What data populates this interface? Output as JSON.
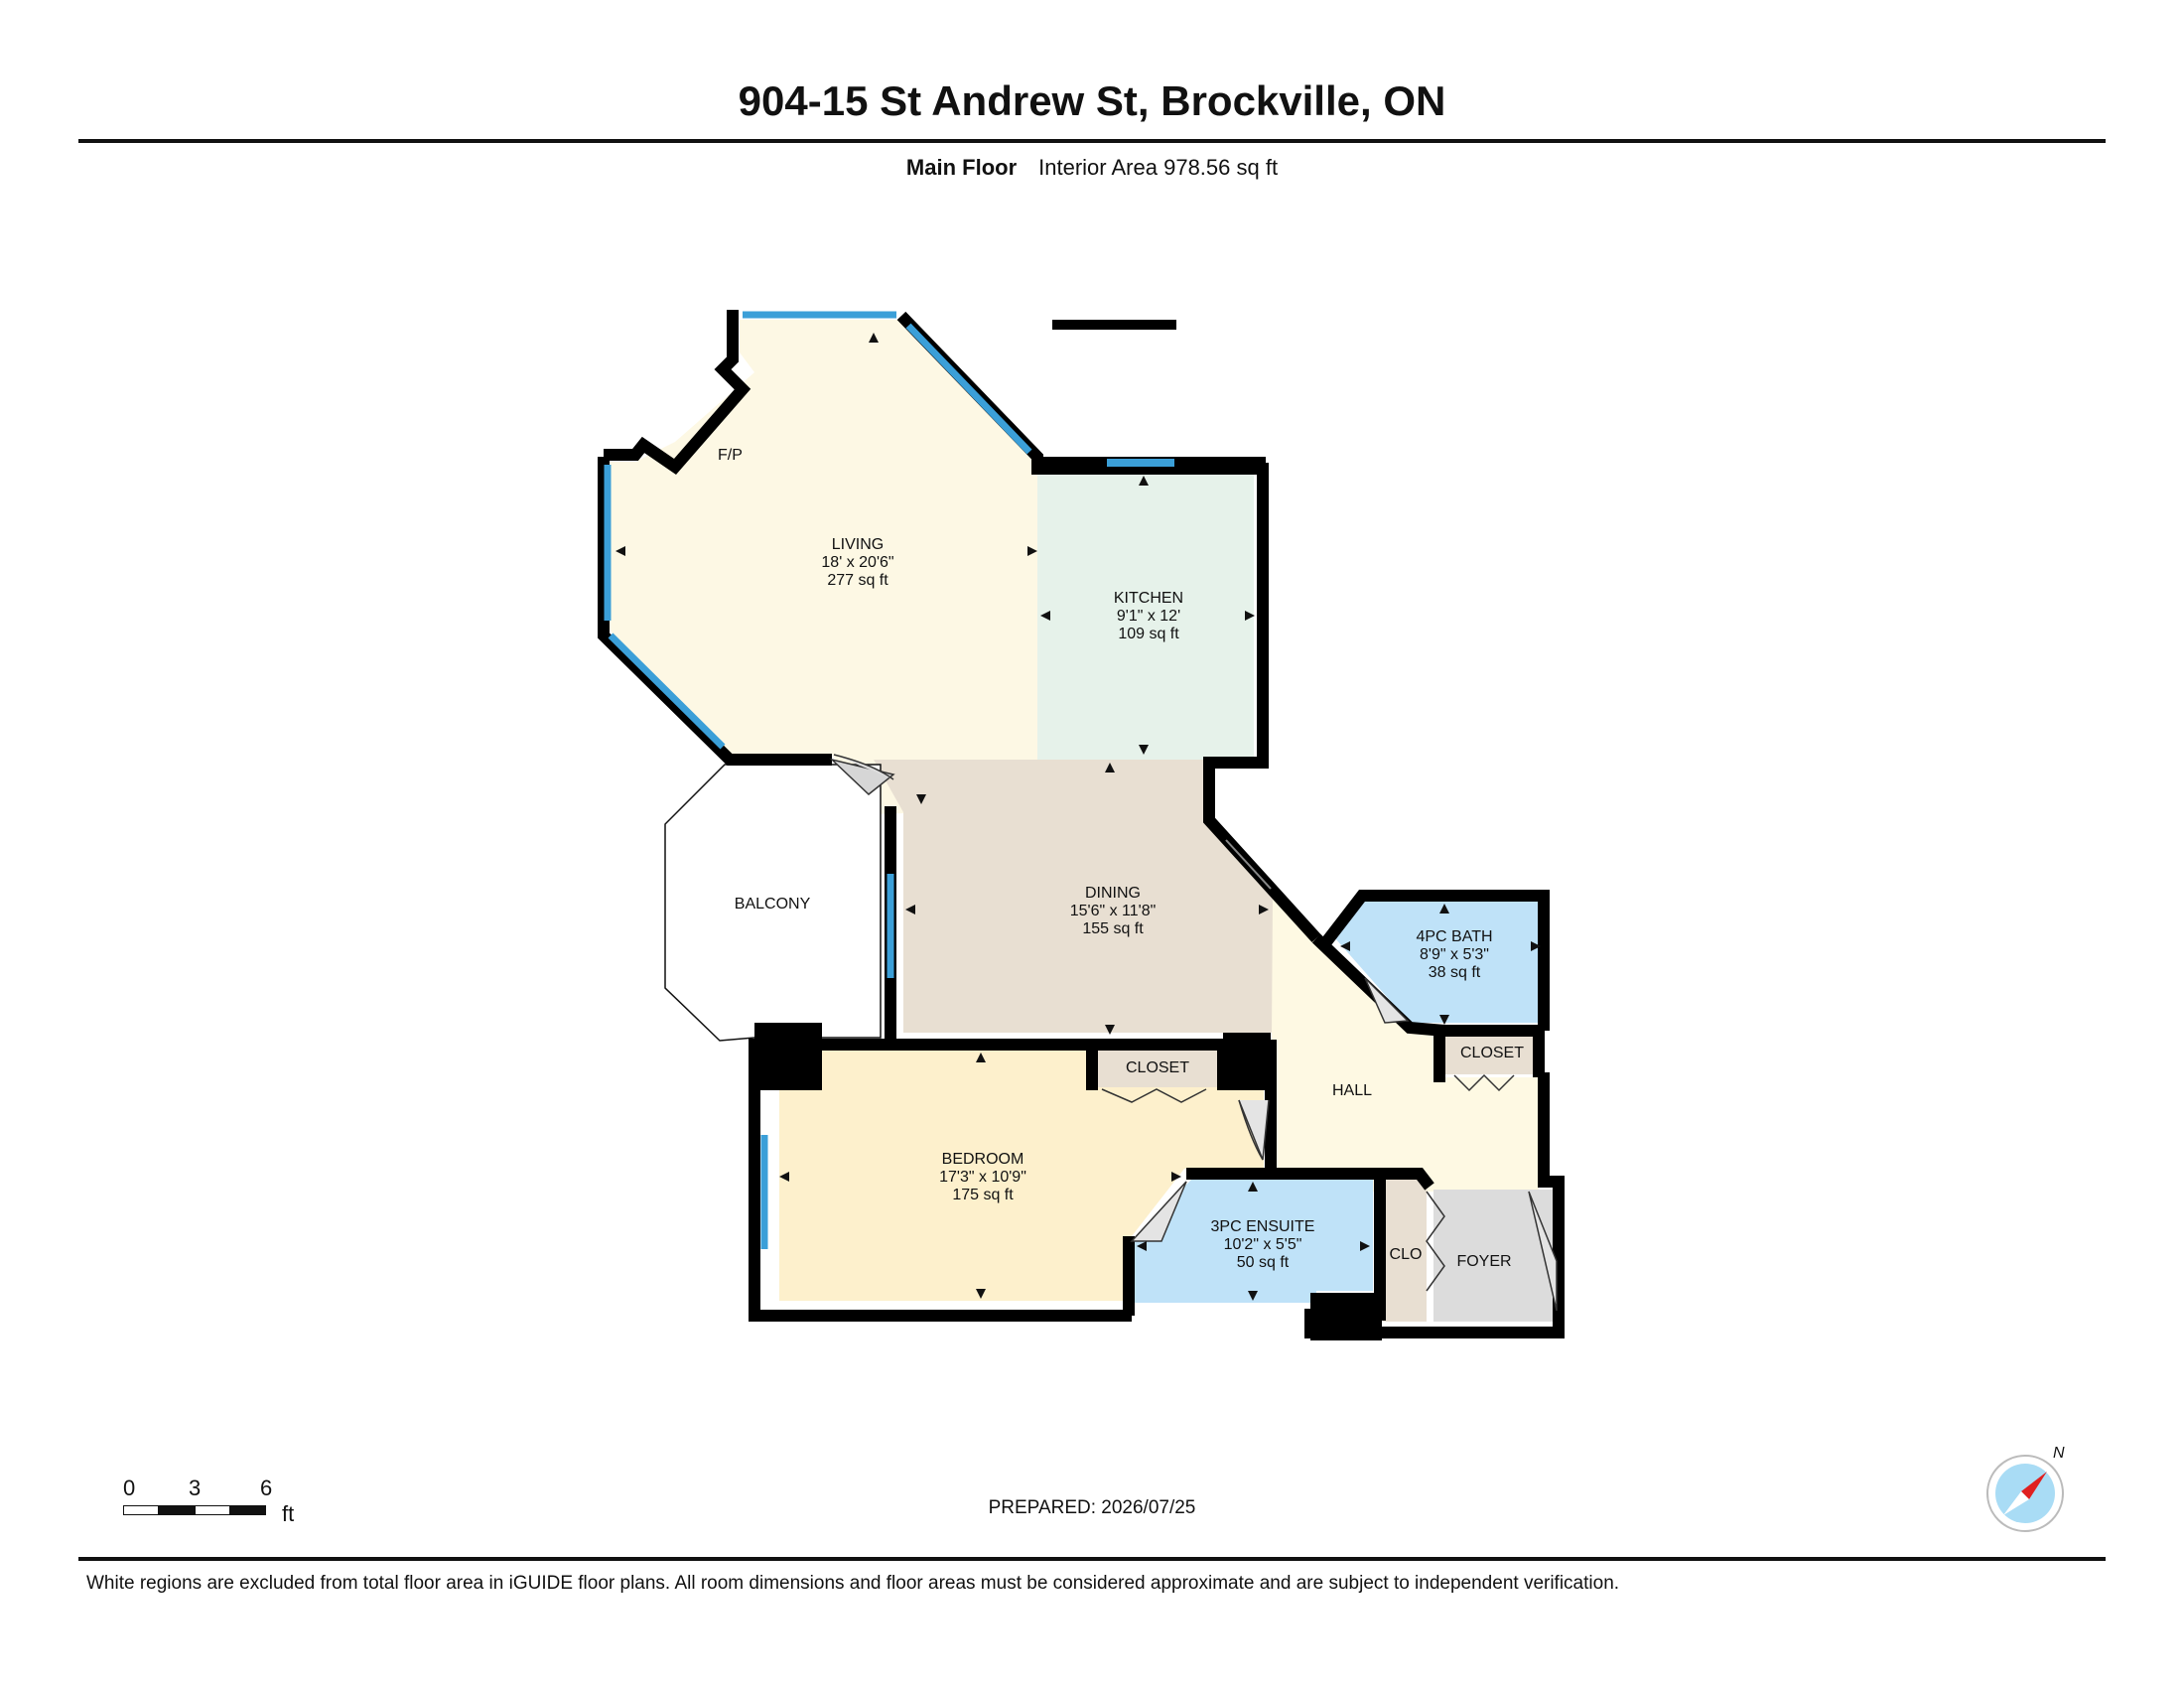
{
  "header": {
    "title": "904-15 St Andrew St, Brockville, ON",
    "floor_name": "Main Floor",
    "interior_area": "Interior Area 978.56 sq ft"
  },
  "rooms": {
    "living": {
      "name": "LIVING",
      "dims": "18' x 20'6\"",
      "area": "277 sq ft"
    },
    "kitchen": {
      "name": "KITCHEN",
      "dims": "9'1\" x 12'",
      "area": "109 sq ft"
    },
    "dining": {
      "name": "DINING",
      "dims": "15'6\" x 11'8\"",
      "area": "155 sq ft"
    },
    "bath4": {
      "name": "4PC BATH",
      "dims": "8'9\" x 5'3\"",
      "area": "38 sq ft"
    },
    "bedroom": {
      "name": "BEDROOM",
      "dims": "17'3\" x 10'9\"",
      "area": "175 sq ft"
    },
    "ensuite": {
      "name": "3PC ENSUITE",
      "dims": "10'2\" x 5'5\"",
      "area": "50 sq ft"
    },
    "balcony": {
      "name": "BALCONY"
    },
    "hall": {
      "name": "HALL"
    },
    "foyer": {
      "name": "FOYER"
    },
    "clo": {
      "name": "CLO"
    },
    "closet_bed": {
      "name": "CLOSET"
    },
    "closet_hall": {
      "name": "CLOSET"
    },
    "fp": {
      "name": "F/P"
    }
  },
  "scale": {
    "t0": "0",
    "t1": "3",
    "t2": "6",
    "unit": "ft"
  },
  "compass": {
    "north": "N"
  },
  "footer": {
    "prepared": "PREPARED: 2026/07/25",
    "disclaimer": "White regions are excluded from total floor area in iGUIDE floor plans. All room dimensions and floor areas must be considered approximate and are subject to independent verification."
  },
  "colors": {
    "living": "#fdf8e4",
    "kitchen": "#e6f2ea",
    "dining": "#e8dfd2",
    "bedroom": "#fdf0cc",
    "bath": "#bfe2f8",
    "hall": "#fef9e3",
    "foyer": "#dcdcdc",
    "closet": "#e8dfd2",
    "wall": "#000000",
    "window": "#3b9fd8"
  }
}
